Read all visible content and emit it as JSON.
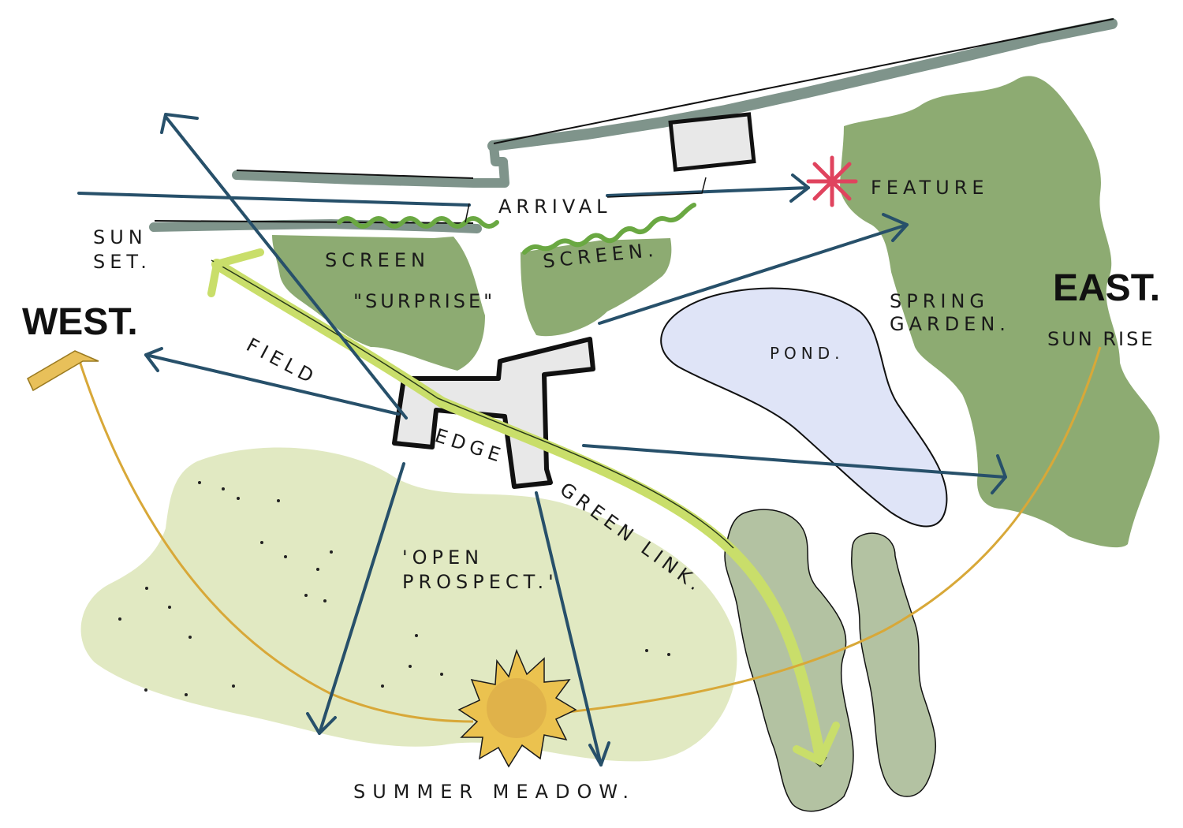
{
  "colors": {
    "boundary": "#7f948b",
    "green_mass": "#8dab72",
    "green_light": "#b3c79d",
    "meadow": "#e1e9c2",
    "pond": "#dfe4f7",
    "view_arrow": "#27506a",
    "sun_path": "#d8a838",
    "green_link": "#c9de6a",
    "hedge": "#6aa842",
    "feature": "#e0435e",
    "building_fill": "#e8e8e8",
    "sun": "#ebc24f"
  },
  "labels": {
    "arrival": "ARRIVAL",
    "feature": "FEATURE",
    "sunset": "SUN\nSET.",
    "west": "WEST.",
    "east": "EAST.",
    "sunrise": "SUN RISE",
    "screen_left": "SCREEN",
    "surprise": "\"SURPRISE\"",
    "screen_right": "SCREEN.",
    "spring_garden": "SPRING\nGARDEN.",
    "pond": "POND.",
    "field": "FIELD",
    "edge": "EDGE",
    "green_link": "GREEN LINK.",
    "open_prospect": "'OPEN\nPROSPECT.'",
    "summer_meadow": "SUMMER MEADOW."
  },
  "icons": {
    "sun": "sun-icon",
    "feature": "asterisk-star-icon"
  }
}
